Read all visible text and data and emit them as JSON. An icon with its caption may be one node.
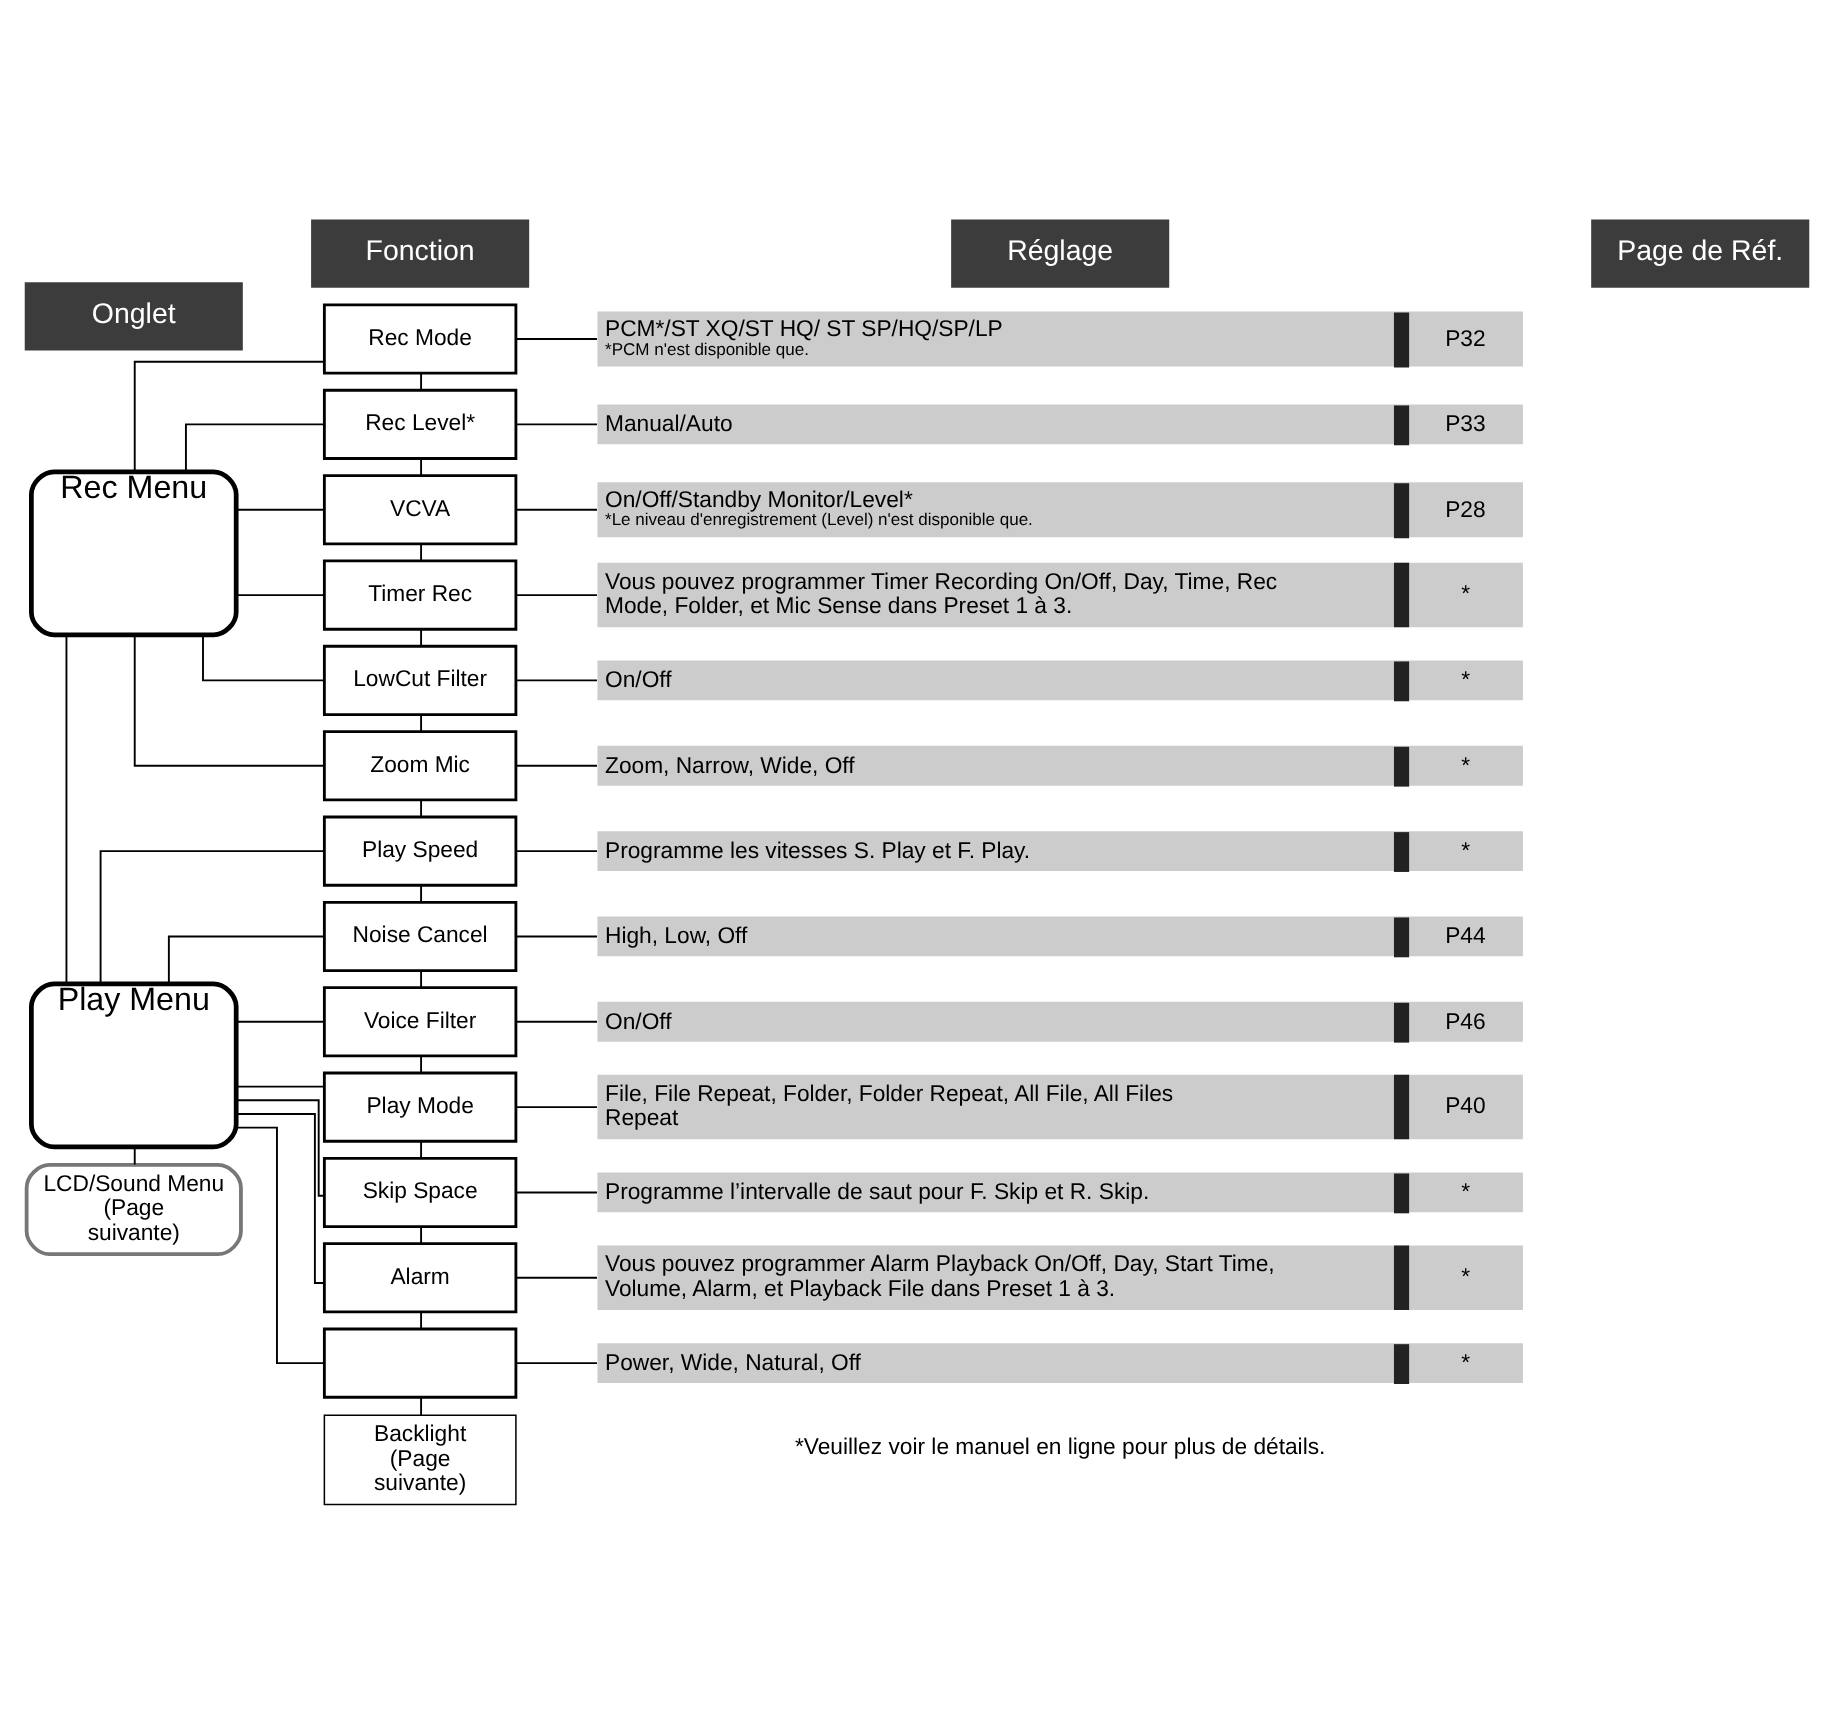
{
  "diagram": {
    "nodes": [
      {
        "text": [
          "Rec Menu"
        ]
      },
      {
        "text": [
          "Rec Mode"
        ]
      },
      {
        "text": [
          "PCM*/ST XQ/ST HQ/ ST SP/HQ/SP/LP",
          "*PCM n'est disponible que.",
          "P32"
        ]
      },
      {
        "text": [
          "Rec Level*"
        ]
      },
      {
        "text": [
          "Manual/Auto",
          "P33"
        ]
      },
      {
        "text": [
          "VCVA"
        ]
      },
      {
        "text": [
          "On/Off/Standby Monitor/Level*",
          "*Le niveau d'enregistrement (Level) n'est disponible que.",
          "P28"
        ]
      },
      {
        "text": [
          "Timer Rec"
        ]
      },
      {
        "text": [
          "Vous pouvez programmer Timer Recording On/Off, Day, Time, Rec Mode, Folder, et Mic Sense dans Preset 1 à 3.",
          "*"
        ]
      },
      {
        "text": [
          "LowCut Filter"
        ]
      },
      {
        "text": [
          "On/Off",
          "*"
        ]
      },
      {
        "text": [
          "Zoom Mic"
        ]
      },
      {
        "text": [
          "Zoom, Narrow, Wide, Off",
          "*"
        ]
      },
      {
        "text": [
          "Play Menu"
        ]
      },
      {
        "text": [
          "Play Speed"
        ]
      },
      {
        "text": [
          "Programme les vitesses S. Play et F. Play.",
          "*"
        ]
      },
      {
        "text": [
          "Noise Cancel"
        ]
      },
      {
        "text": [
          "High, Low, Off",
          "P44"
        ]
      },
      {
        "text": [
          "Voice Filter"
        ]
      },
      {
        "text": [
          "On/Off",
          "P46"
        ]
      },
      {
        "text": [
          "Play Mode"
        ]
      },
      {
        "text": [
          "File, File Repeat, Folder, Folder Repeat, All File, All Files Repeat",
          "P40"
        ]
      },
      {
        "text": [
          "Skip Space"
        ]
      },
      {
        "text": [
          "Programme l’intervalle de saut pour F. Skip et R. Skip.",
          "*"
        ]
      },
      {
        "text": [
          "Alarm"
        ]
      },
      {
        "text": [
          "Vous pouvez programmer Alarm Playback On/Off, Day, Start Time, Volume, Alarm, et Playback File dans Preset 1 à 3.",
          "*"
        ]
      },
      {
        "text": [],
        "shape": "box"
      },
      {
        "text": [
          "Power, Wide, Natural, Off",
          "*"
        ]
      },
      {
        "text": [
          "LCD/Sound Menu (Page suivante)"
        ]
      },
      {
        "text": [
          "Backlight (Page suivante)"
        ]
      }
    ],
    "edges": [
      {
        "from": 0,
        "to": 13,
        "arrow": "none"
      },
      {
        "from": 13,
        "to": 28,
        "arrow": "none"
      },
      {
        "from": 1,
        "to": 3,
        "arrow": "none"
      },
      {
        "from": 3,
        "to": 5,
        "arrow": "none"
      },
      {
        "from": 5,
        "to": 7,
        "arrow": "none"
      },
      {
        "from": 7,
        "to": 9,
        "arrow": "none"
      },
      {
        "from": 9,
        "to": 11,
        "arrow": "none"
      },
      {
        "from": 11,
        "to": 14,
        "arrow": "none"
      },
      {
        "from": 14,
        "to": 16,
        "arrow": "none"
      },
      {
        "from": 16,
        "to": 18,
        "arrow": "none"
      },
      {
        "from": 18,
        "to": 20,
        "arrow": "none"
      },
      {
        "from": 20,
        "to": 22,
        "arrow": "none"
      },
      {
        "from": 22,
        "to": 24,
        "arrow": "none"
      },
      {
        "from": 24,
        "to": 26,
        "arrow": "none"
      },
      {
        "from": 26,
        "to": 29,
        "arrow": "none"
      },
      {
        "from": 0,
        "to": 1,
        "arrow": "none"
      },
      {
        "from": 0,
        "to": 3,
        "arrow": "none"
      },
      {
        "from": 0,
        "to": 5,
        "arrow": "none"
      },
      {
        "from": 0,
        "to": 7,
        "arrow": "none"
      },
      {
        "from": 0,
        "to": 9,
        "arrow": "none"
      },
      {
        "from": 0,
        "to": 11,
        "arrow": "none"
      },
      {
        "from": 13,
        "to": 14,
        "arrow": "none"
      },
      {
        "from": 13,
        "to": 16,
        "arrow": "none"
      },
      {
        "from": 13,
        "to": 18,
        "arrow": "none"
      },
      {
        "from": 13,
        "to": 20,
        "arrow": "none"
      },
      {
        "from": 13,
        "to": 22,
        "arrow": "none"
      },
      {
        "from": 13,
        "to": 24,
        "arrow": "none"
      },
      {
        "from": 13,
        "to": 26,
        "arrow": "none"
      },
      {
        "from": 1,
        "to": 2,
        "arrow": "none"
      },
      {
        "from": 3,
        "to": 4,
        "arrow": "none"
      },
      {
        "from": 5,
        "to": 6,
        "arrow": "none"
      },
      {
        "from": 7,
        "to": 8,
        "arrow": "none"
      },
      {
        "from": 9,
        "to": 10,
        "arrow": "none"
      },
      {
        "from": 11,
        "to": 12,
        "arrow": "none"
      },
      {
        "from": 14,
        "to": 15,
        "arrow": "none"
      },
      {
        "from": 16,
        "to": 17,
        "arrow": "none"
      },
      {
        "from": 18,
        "to": 19,
        "arrow": "none"
      },
      {
        "from": 20,
        "to": 21,
        "arrow": "none"
      },
      {
        "from": 22,
        "to": 23,
        "arrow": "none"
      },
      {
        "from": 24,
        "to": 25,
        "arrow": "none"
      },
      {
        "from": 26,
        "to": 27,
        "arrow": "none"
      }
    ],
    "labels": [
      "Onglet",
      "Fonction",
      "Réglage",
      "Page de Réf.",
      "*Veuillez voir le manuel en ligne pour plus de détails."
    ]
  }
}
